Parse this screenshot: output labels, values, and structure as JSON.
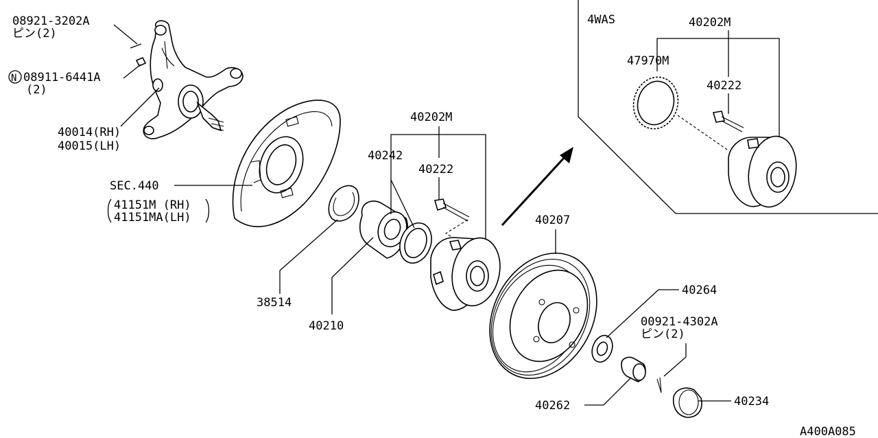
{
  "labels": {
    "pin_top_code": "08921-3202A",
    "pin_top_qty": "ピン(2)",
    "n_circle": "N",
    "nut_code": "08911-6441A",
    "nut_qty": "(2)",
    "knuckle_rh": "40014(RH)",
    "knuckle_lh": "40015(LH)",
    "sec": "SEC.440",
    "shield_rh": "41151M (RH)",
    "shield_lh": "41151MA(LH)",
    "snap_ring": "38514",
    "bearing": "40210",
    "hub_assy": "40202M",
    "seal": "40242",
    "hub_bolt": "40222",
    "rotor": "40207",
    "washer": "40264",
    "pin_bottom_code": "00921-4302A",
    "pin_bottom_qty": "ピン(2)",
    "lock_nut": "40262",
    "cap": "40234",
    "diagram_id": "A400A085"
  },
  "inset": {
    "title": "4WAS",
    "hub_assy": "40202M",
    "sensor_ring": "47970M",
    "hub_bolt": "40222"
  }
}
